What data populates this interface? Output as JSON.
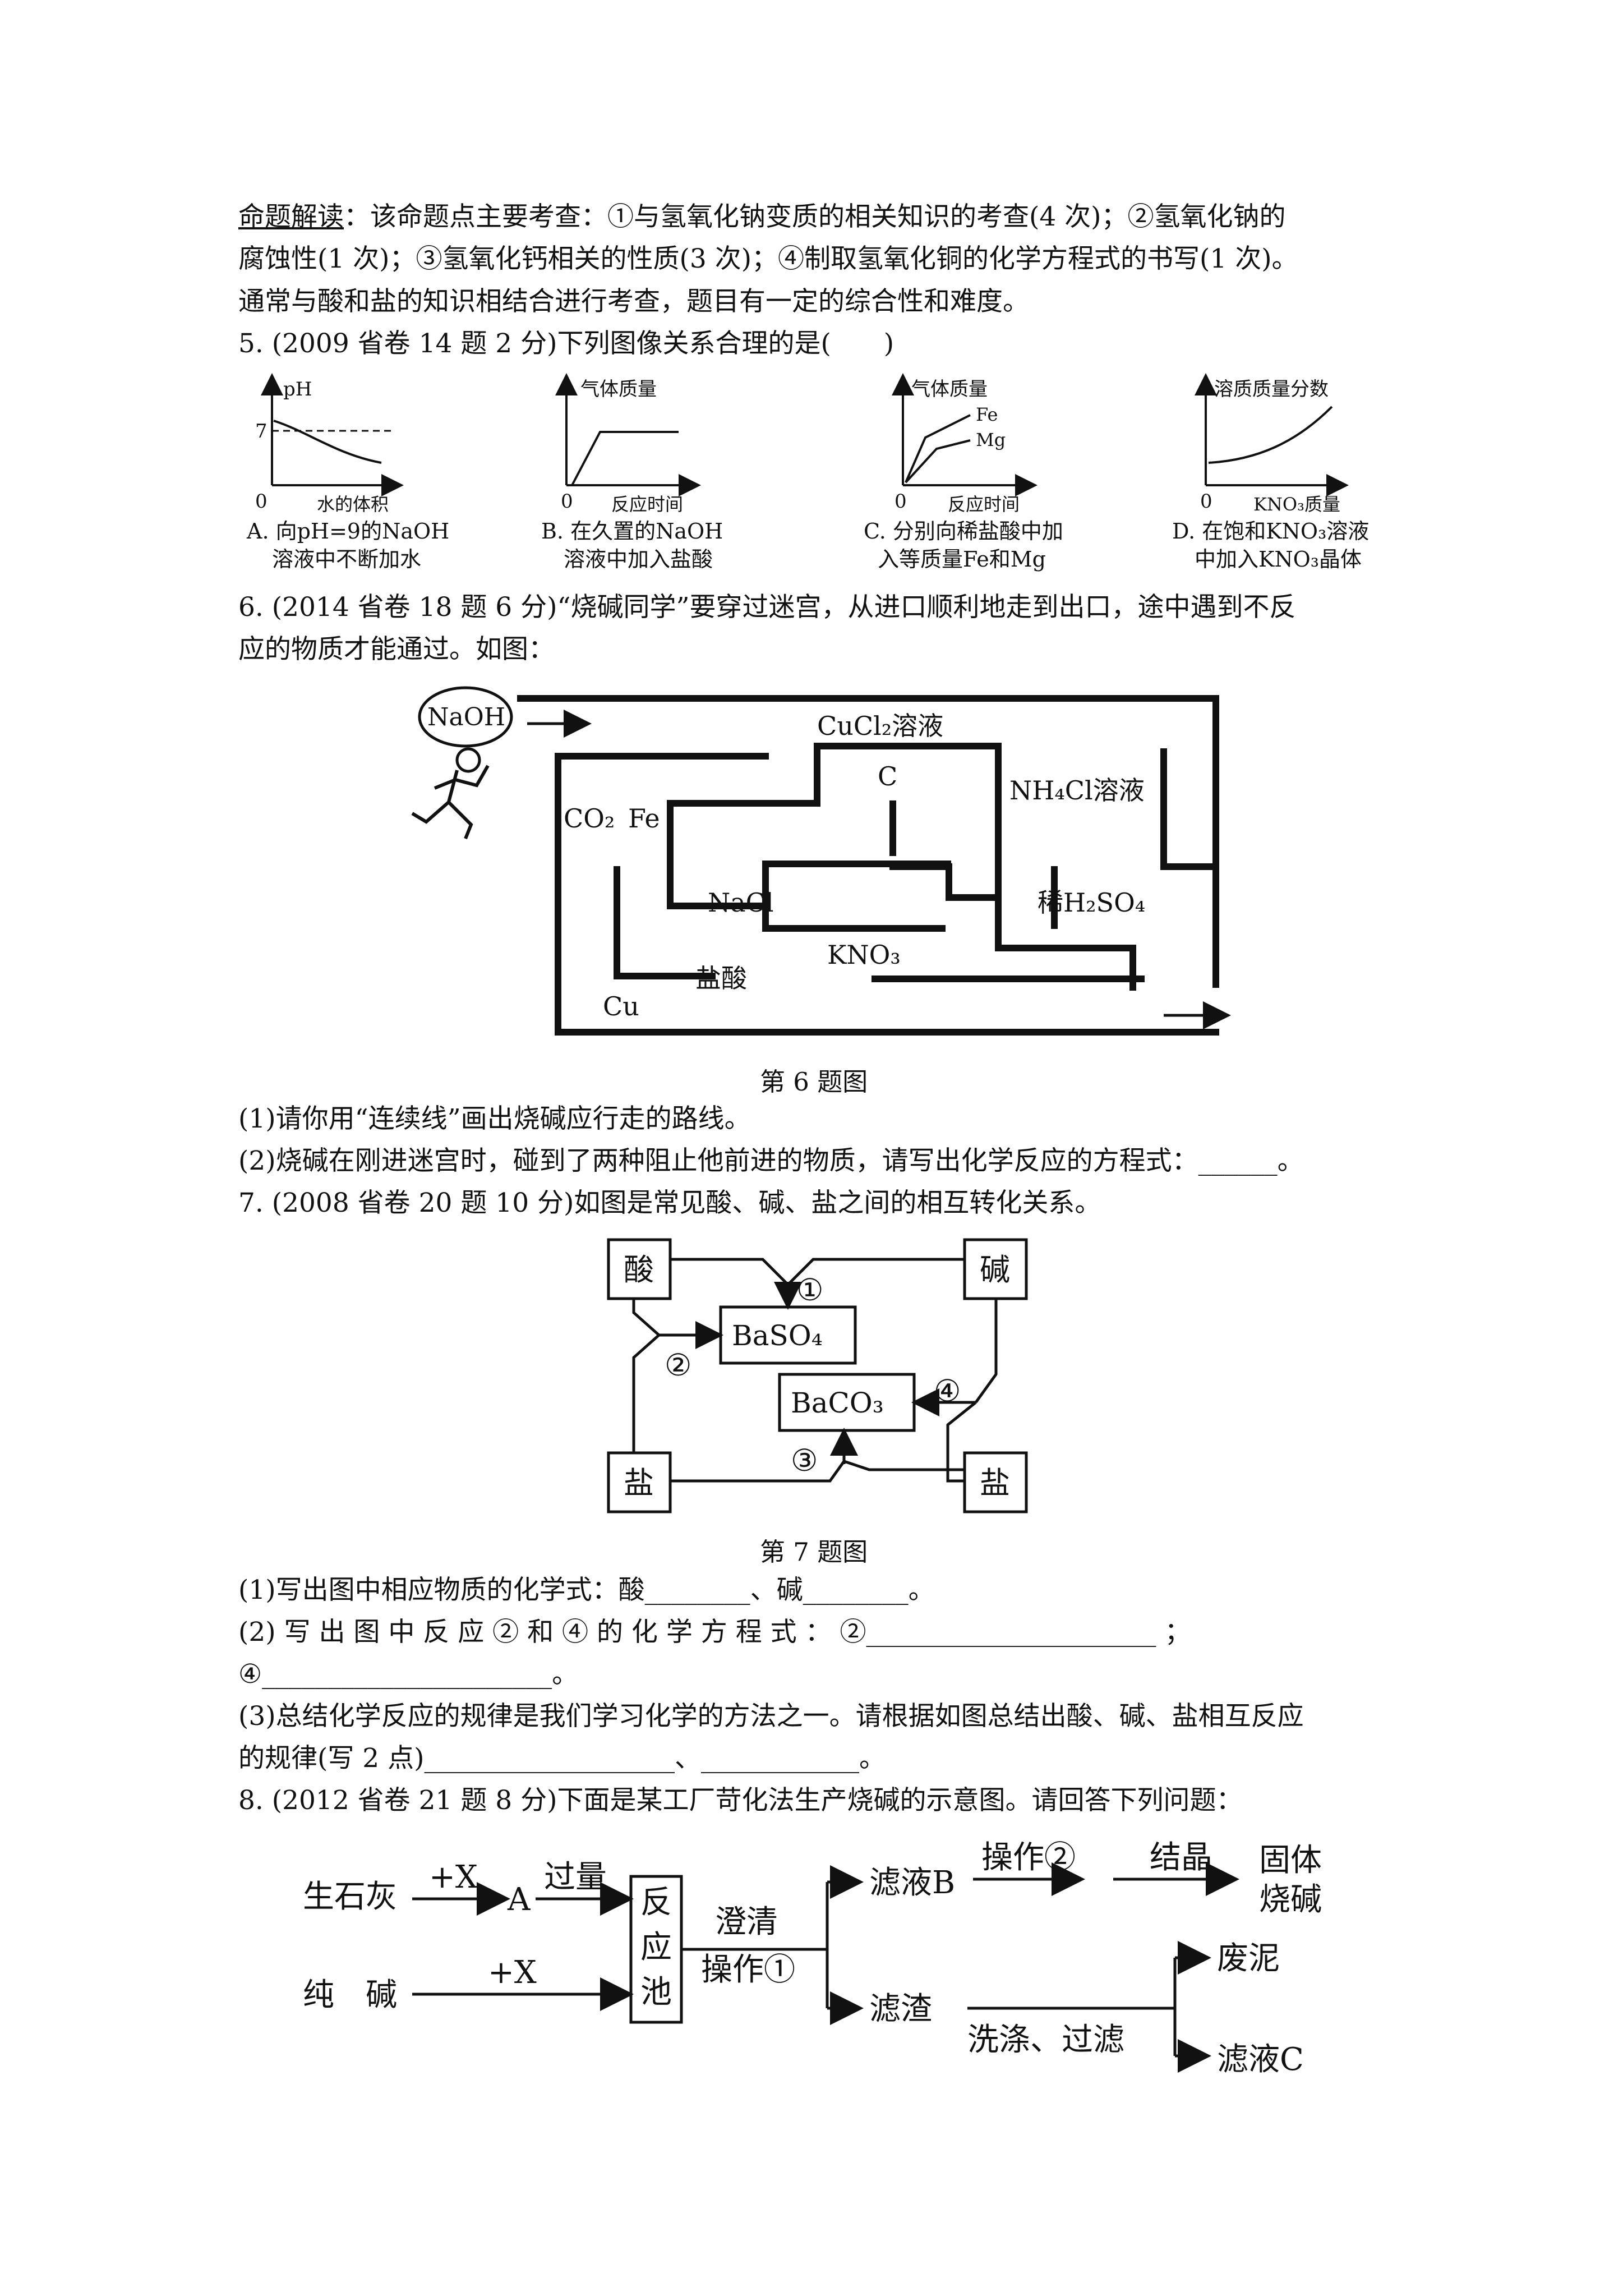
{
  "intro": {
    "label": "命题解读",
    "line1_rest": "：该命题点主要考查：①与氢氧化钠变质的相关知识的考查(4 次)；②氢氧化钠的",
    "line2": "腐蚀性(1 次)；③氢氧化钙相关的性质(3 次)；④制取氢氧化铜的化学方程式的书写(1 次)。",
    "line3": "通常与酸和盐的知识相结合进行考查，题目有一定的综合性和难度。"
  },
  "q5": {
    "stem": "5. (2009 省卷 14 题 2 分)下列图像关系合理的是(　　)",
    "graphs": [
      {
        "ylabel": "pH",
        "ytick": "7",
        "origin": "0",
        "xlabel": "水的体积",
        "caption1": "A. 向pH=9的NaOH",
        "caption2": "溶液中不断加水"
      },
      {
        "ylabel": "气体质量",
        "origin": "0",
        "xlabel": "反应时间",
        "caption1": "B. 在久置的NaOH",
        "caption2": "溶液中加入盐酸"
      },
      {
        "ylabel": "气体质量",
        "series1": "Fe",
        "series2": "Mg",
        "origin": "0",
        "xlabel": "反应时间",
        "caption1": "C. 分别向稀盐酸中加",
        "caption2": "入等质量Fe和Mg"
      },
      {
        "ylabel": "溶质质量分数",
        "origin": "0",
        "xlabel": "KNO₃质量",
        "caption1": "D. 在饱和KNO₃溶液",
        "caption2": "中加入KNO₃晶体"
      }
    ]
  },
  "q6": {
    "line1": "6. (2014 省卷 18 题 6 分)“烧碱同学”要穿过迷宫，从进口顺利地走到出口，途中遇到不反",
    "line2": "应的物质才能通过。如图：",
    "maze": {
      "naoh": "NaOH",
      "cucl2": "CuCl₂溶液",
      "c": "C",
      "nh4cl": "NH₄Cl溶液",
      "co2": "CO₂",
      "fe": "Fe",
      "nacl": "NaCl",
      "h2so4": "稀H₂SO₄",
      "kno3": "KNO₃",
      "hcl": "盐酸",
      "cu": "Cu"
    },
    "caption": "第 6 题图",
    "p1": "(1)请你用“连续线”画出烧碱应行走的路线。",
    "p2": "(2)烧碱在刚进迷宫时，碰到了两种阻止他前进的物质，请写出化学反应的方程式：______。"
  },
  "q7": {
    "stem": "7. (2008 省卷 20 题 10 分)如图是常见酸、碱、盐之间的相互转化关系。",
    "diagram": {
      "acid": "酸",
      "base": "碱",
      "salt1": "盐",
      "salt2": "盐",
      "baso4": "BaSO₄",
      "baco3": "BaCO₃",
      "n1": "①",
      "n2": "②",
      "n3": "③",
      "n4": "④"
    },
    "caption": "第 7 题图",
    "p1": "(1)写出图中相应物质的化学式：酸________、碱________。",
    "p2a": "(2) 写 出 图 中 反 应 ② 和 ④ 的 化 学 方 程 式 ： ②______________________ ；",
    "p2b": "④______________________。",
    "p3a": "(3)总结化学反应的规律是我们学习化学的方法之一。请根据如图总结出酸、碱、盐相互反应",
    "p3b": "的规律(写 2 点)___________________、____________。"
  },
  "q8": {
    "stem": "8. (2012 省卷 21 题 8 分)下面是某工厂苛化法生产烧碱的示意图。请回答下列问题：",
    "flow": {
      "quicklime": "生石灰",
      "plusx1": "+X",
      "a": "A",
      "excess": "过量",
      "soda": "纯　碱",
      "plusx2": "+X",
      "pool1": "反",
      "pool2": "应",
      "pool3": "池",
      "clarify": "澄清",
      "op1": "操作①",
      "filtrateb": "滤液B",
      "op2": "操作②",
      "crystal": "结晶",
      "solid1": "固体",
      "solid2": "烧碱",
      "residue": "滤渣",
      "wash": "洗涤、过滤",
      "mud": "废泥",
      "filtratec": "滤液C"
    }
  }
}
